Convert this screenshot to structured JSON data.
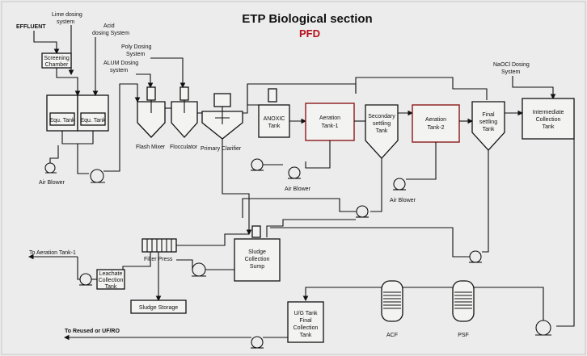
{
  "title": "ETP Biological section",
  "subtitle": "PFD",
  "colors": {
    "title": "#111111",
    "subtitle": "#b5101b",
    "background": "#e9e9ea",
    "line": "#111111",
    "accent_box": "#8a1a1a"
  },
  "labels": {
    "effluent": "EFFLUENT",
    "lime_dosing": [
      "Lime dosing",
      "system"
    ],
    "acid_dosing": [
      "Acid",
      "dosing System"
    ],
    "poly_dosing": [
      "Poly Dosing",
      "System"
    ],
    "alum_dosing": [
      "ALUM Dosing",
      "system"
    ],
    "naocl_dosing": [
      "NaOCl Dosing",
      "System"
    ],
    "screening_chamber": [
      "Screening",
      "Chamber"
    ],
    "equ_tank_1": "Equ. Tank",
    "equ_tank_2": "Equ. Tank",
    "air_blower_1": "Air Blower",
    "flash_mixer": "Flash Mixer",
    "flocculator": "Flocculator",
    "primary_clarifier": "Primary Clarifier",
    "anoxic_tank": [
      "ANOXIC",
      "Tank"
    ],
    "aeration_tank_1": [
      "Aeration",
      "Tank-1"
    ],
    "air_blower_2": "Air Blower",
    "secondary_settling_tank": [
      "Secondary",
      "settling",
      "Tank"
    ],
    "aeration_tank_2": [
      "Aeration",
      "Tank-2"
    ],
    "air_blower_3": "Air Blower",
    "final_settling_tank": [
      "Final",
      "settling",
      "Tank"
    ],
    "intermediate_collection_tank": [
      "Intermediate",
      "Collection",
      "Tank"
    ],
    "to_aeration_tank_1": "To Aeration Tank-1",
    "filter_press": "Filter Press",
    "leachate_collection_tank": [
      "Leachate",
      "Collection",
      "Tank"
    ],
    "sludge_collection_sump": [
      "Sludge",
      "Collection",
      "Sump"
    ],
    "sludge_storage": "Sludge Storage",
    "ug_tank": [
      "U/G Tank",
      "Final",
      "Collection",
      "Tank"
    ],
    "acf": "ACF",
    "psf": "PSF",
    "to_reused": "To Reused or UF/RO"
  }
}
